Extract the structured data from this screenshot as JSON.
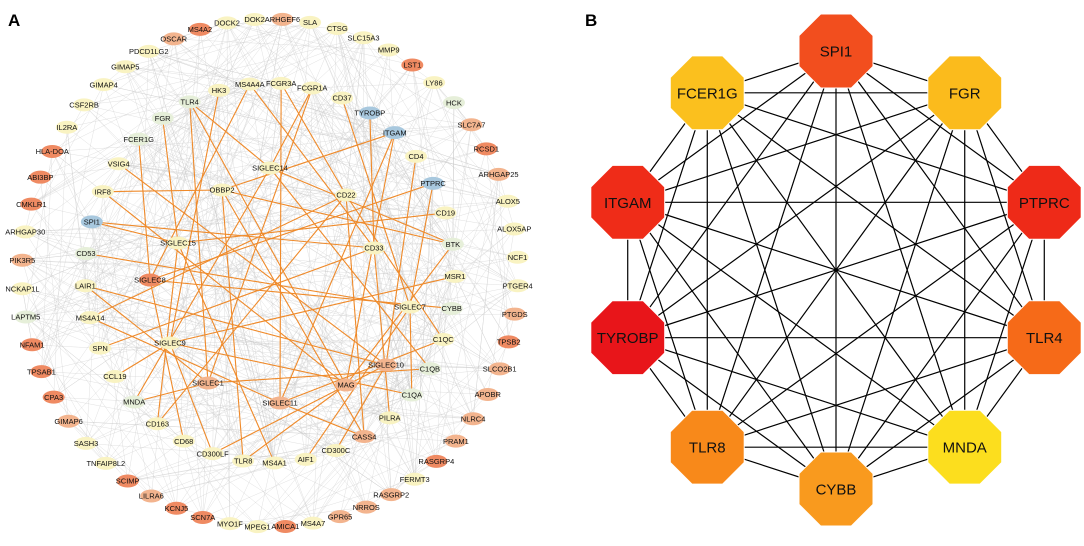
{
  "panel_a": {
    "label": "A",
    "outer_nodes": [
      {
        "name": "DOCK2",
        "color": "#f9f3c2"
      },
      {
        "name": "DOK2",
        "color": "#f9f3c2"
      },
      {
        "name": "ARHGEF6",
        "color": "#f3b48e"
      },
      {
        "name": "SLA",
        "color": "#f9f3c2"
      },
      {
        "name": "CTSG",
        "color": "#f9f3c2"
      },
      {
        "name": "SLC15A3",
        "color": "#f9f3c2"
      },
      {
        "name": "MMP9",
        "color": "#f9f3c2"
      },
      {
        "name": "LST1",
        "color": "#ef8a62"
      },
      {
        "name": "LY86",
        "color": "#f9f3c2"
      },
      {
        "name": "HCK",
        "color": "#e6efd9"
      },
      {
        "name": "SLC7A7",
        "color": "#f3b48e"
      },
      {
        "name": "RCSD1",
        "color": "#ef8a62"
      },
      {
        "name": "ARHGAP25",
        "color": "#f3b48e"
      },
      {
        "name": "ALOX5",
        "color": "#f9f3c2"
      },
      {
        "name": "ALOX5AP",
        "color": "#f9f3c2"
      },
      {
        "name": "NCF1",
        "color": "#f9f3c2"
      },
      {
        "name": "PTGER4",
        "color": "#f9f3c2"
      },
      {
        "name": "PTGDS",
        "color": "#f3b48e"
      },
      {
        "name": "TPSB2",
        "color": "#ef8a62"
      },
      {
        "name": "SLCO2B1",
        "color": "#f3b48e"
      },
      {
        "name": "APOBR",
        "color": "#f3b48e"
      },
      {
        "name": "NLRC4",
        "color": "#f3b48e"
      },
      {
        "name": "PRAM1",
        "color": "#f3b48e"
      },
      {
        "name": "RASGRP4",
        "color": "#ef8a62"
      },
      {
        "name": "FERMT3",
        "color": "#f9f3c2"
      },
      {
        "name": "RASGRP2",
        "color": "#f3b48e"
      },
      {
        "name": "NRROS",
        "color": "#f3b48e"
      },
      {
        "name": "GPR65",
        "color": "#f3b48e"
      },
      {
        "name": "MS4A7",
        "color": "#f9f3c2"
      },
      {
        "name": "AMICA1",
        "color": "#ef8a62"
      },
      {
        "name": "MPEG1",
        "color": "#f9f3c2"
      },
      {
        "name": "MYO1F",
        "color": "#f9f3c2"
      },
      {
        "name": "SCN7A",
        "color": "#ef8a62"
      },
      {
        "name": "KCNJ5",
        "color": "#ef8a62"
      },
      {
        "name": "LILRA6",
        "color": "#f3b48e"
      },
      {
        "name": "SCIMP",
        "color": "#ef8a62"
      },
      {
        "name": "TNFAIP8L2",
        "color": "#f9f3c2"
      },
      {
        "name": "SASH3",
        "color": "#f9f3c2"
      },
      {
        "name": "GIMAP6",
        "color": "#f3b48e"
      },
      {
        "name": "CPA3",
        "color": "#ef8a62"
      },
      {
        "name": "TPSAB1",
        "color": "#ef8a62"
      },
      {
        "name": "NFAM1",
        "color": "#ef8a62"
      },
      {
        "name": "LAPTM5",
        "color": "#e6efd9"
      },
      {
        "name": "NCKAP1L",
        "color": "#f9f3c2"
      },
      {
        "name": "PIK3R5",
        "color": "#f3b48e"
      },
      {
        "name": "ARHGAP30",
        "color": "#f9f3c2"
      },
      {
        "name": "CMKLR1",
        "color": "#ef8a62"
      },
      {
        "name": "ABI3BP",
        "color": "#ef8a62"
      },
      {
        "name": "HLA-DOA",
        "color": "#ef8a62"
      },
      {
        "name": "IL2RA",
        "color": "#f9f3c2"
      },
      {
        "name": "CSF2RB",
        "color": "#f9f3c2"
      },
      {
        "name": "GIMAP4",
        "color": "#f9f3c2"
      },
      {
        "name": "GIMAP5",
        "color": "#f9f3c2"
      },
      {
        "name": "PDCD1LG2",
        "color": "#f9f3c2"
      },
      {
        "name": "OSCAR",
        "color": "#f3b48e"
      },
      {
        "name": "MS4A2",
        "color": "#ef8a62"
      }
    ],
    "inner_nodes": [
      {
        "name": "HK3",
        "color": "#f9f3c2"
      },
      {
        "name": "MS4A4A",
        "color": "#f9f3c2"
      },
      {
        "name": "FCGR3A",
        "color": "#f9f3c2"
      },
      {
        "name": "FCGR1A",
        "color": "#f9f3c2"
      },
      {
        "name": "CD37",
        "color": "#f9f3c2"
      },
      {
        "name": "TYROBP",
        "color": "#a8c8de"
      },
      {
        "name": "ITGAM",
        "color": "#a8c8de"
      },
      {
        "name": "CD4",
        "color": "#f9f3c2"
      },
      {
        "name": "PTPRC",
        "color": "#a8c8de"
      },
      {
        "name": "CD19",
        "color": "#f9f3c2"
      },
      {
        "name": "BTK",
        "color": "#e6efd9"
      },
      {
        "name": "MSR1",
        "color": "#f9f3c2"
      },
      {
        "name": "CYBB",
        "color": "#e6efd9"
      },
      {
        "name": "C1QC",
        "color": "#f9f3c2"
      },
      {
        "name": "C1QB",
        "color": "#e6efd9"
      },
      {
        "name": "C1QA",
        "color": "#e6efd9"
      },
      {
        "name": "PILRA",
        "color": "#f9f3c2"
      },
      {
        "name": "CASS4",
        "color": "#f3b48e"
      },
      {
        "name": "CD300C",
        "color": "#f9f3c2"
      },
      {
        "name": "AIF1",
        "color": "#f9f3c2"
      },
      {
        "name": "MS4A1",
        "color": "#f9f3c2"
      },
      {
        "name": "TLR8",
        "color": "#f9f3c2"
      },
      {
        "name": "CD300LF",
        "color": "#f9f3c2"
      },
      {
        "name": "CD68",
        "color": "#f9f3c2"
      },
      {
        "name": "CD163",
        "color": "#f9f3c2"
      },
      {
        "name": "MNDA",
        "color": "#e6efd9"
      },
      {
        "name": "CCL19",
        "color": "#f9f3c2"
      },
      {
        "name": "SPN",
        "color": "#f9f3c2"
      },
      {
        "name": "MS4A14",
        "color": "#f9f3c2"
      },
      {
        "name": "LAIR1",
        "color": "#f9f3c2"
      },
      {
        "name": "CD53",
        "color": "#e6efd9"
      },
      {
        "name": "SPI1",
        "color": "#a8c8de"
      },
      {
        "name": "IRF8",
        "color": "#f9f3c2"
      },
      {
        "name": "VSIG4",
        "color": "#f9f3c2"
      },
      {
        "name": "FCER1G",
        "color": "#e6efd9"
      },
      {
        "name": "FGR",
        "color": "#e6efd9"
      },
      {
        "name": "TLR4",
        "color": "#e6efd9"
      }
    ],
    "siglec_nodes": [
      {
        "name": "SIGLEC14",
        "color": "#f9f3c2"
      },
      {
        "name": "OBBP2",
        "color": "#f9f3c2"
      },
      {
        "name": "CD22",
        "color": "#f9f3c2"
      },
      {
        "name": "SIGLEC15",
        "color": "#f9f3c2"
      },
      {
        "name": "CD33",
        "color": "#f9f3c2"
      },
      {
        "name": "SIGLEC8",
        "color": "#ef8a62"
      },
      {
        "name": "SIGLEC7",
        "color": "#f9f3c2"
      },
      {
        "name": "SIGLEC9",
        "color": "#f9f3c2"
      },
      {
        "name": "SIGLEC10",
        "color": "#f3b48e"
      },
      {
        "name": "SIGLEC1",
        "color": "#f3b48e"
      },
      {
        "name": "MAG",
        "color": "#f3b48e"
      },
      {
        "name": "SIGLEC11",
        "color": "#f3b48e"
      }
    ]
  },
  "panel_b": {
    "label": "B",
    "hubs": [
      {
        "name": "SPI1",
        "color": "#f24e1e"
      },
      {
        "name": "FGR",
        "color": "#fbbb1c"
      },
      {
        "name": "PTPRC",
        "color": "#ee2a18"
      },
      {
        "name": "TLR4",
        "color": "#f66a18"
      },
      {
        "name": "MNDA",
        "color": "#fcde1e"
      },
      {
        "name": "CYBB",
        "color": "#f99a1e"
      },
      {
        "name": "TLR8",
        "color": "#f8891a"
      },
      {
        "name": "TYROBP",
        "color": "#e8151a"
      },
      {
        "name": "ITGAM",
        "color": "#ef2c18"
      },
      {
        "name": "FCER1G",
        "color": "#fbc01e"
      }
    ]
  }
}
